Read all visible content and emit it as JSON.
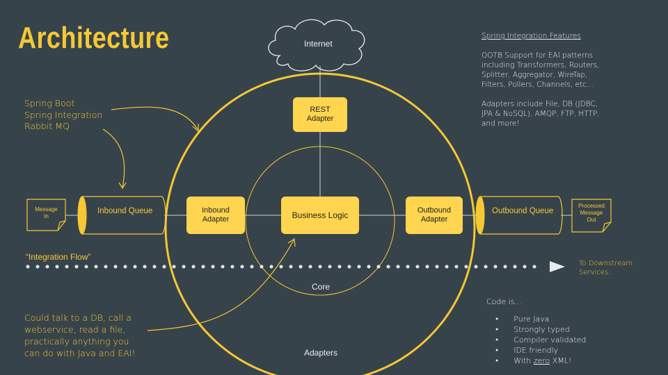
{
  "title": "Architecture",
  "nodes": {
    "internet": "Internet",
    "rest_adapter": "REST\nAdapter",
    "inbound_adapter": "Inbound\nAdapter",
    "business_logic": "Business Logic",
    "outbound_adapter": "Outbound\nAdapter",
    "inbound_queue": "Inbound Queue",
    "outbound_queue": "Outbound Queue",
    "message_in": "Message\nIn",
    "processed_message_out": "Processed\nMessage\nOut",
    "core": "Core",
    "adapters": "Adapters"
  },
  "tech_stack": [
    "Spring Boot",
    "Spring Integration",
    "Rabbit MQ"
  ],
  "integration_flow_label": "“Integration Flow”",
  "downstream": "To Downstream\nServices..",
  "callout": "Could talk to a DB, call a\nwebservice, read a file,\npractically anything you\ncan do with Java and EAI!",
  "features": {
    "heading": "Spring Integration Features",
    "para1": "OOTB Support for EAI patterns\nincluding Transformers, Routers,\nSplitter, Aggregator, WireTap,\nFilters, Pollers, Channels, etc...",
    "para2": "Adapters include File, DB (JDBC,\nJPA & NoSQL), AMQP, FTP, HTTP,\nand more!"
  },
  "code": {
    "heading": "Code is...",
    "items": [
      "Pure Java",
      "Strongly typed",
      "Compiler validated",
      "IDE friendly",
      "With "
    ],
    "last_emphasis": "zero",
    "last_suffix": " XML!"
  },
  "colors": {
    "background": "#37434a",
    "accent": "#f5c834",
    "box_fill": "#ffd54f",
    "text_light": "#e8ebee",
    "line": "#cfd6da"
  }
}
